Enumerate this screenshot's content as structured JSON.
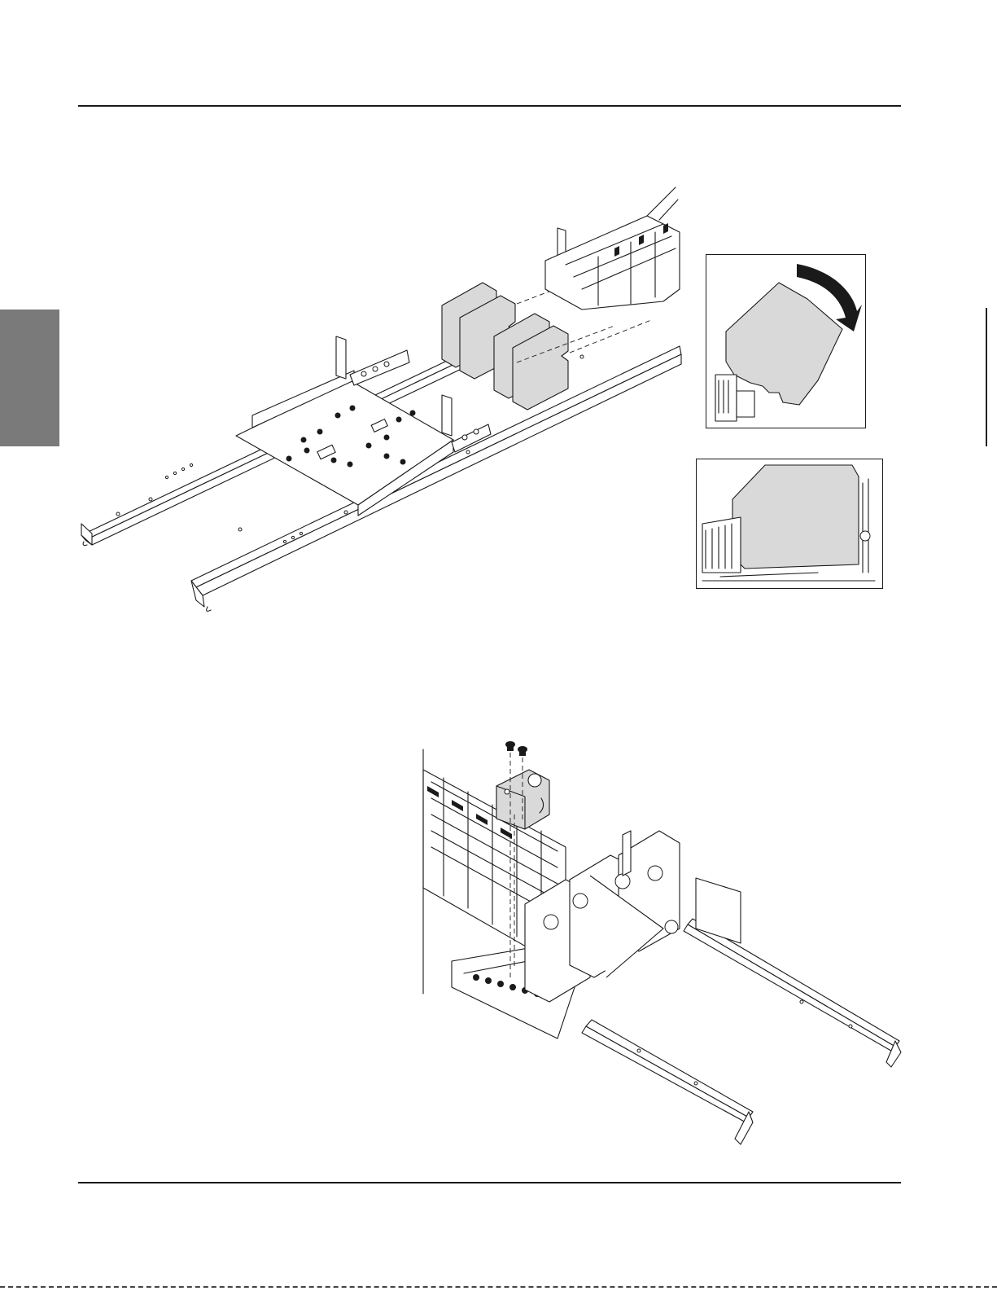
{
  "page": {
    "figures": [
      {
        "id": "fig-upper-assembly",
        "kind": "isometric-line-drawing"
      },
      {
        "id": "fig-inset-rotate",
        "kind": "detail-inset",
        "icon": "curved-arrow-icon"
      },
      {
        "id": "fig-inset-installed",
        "kind": "detail-inset"
      },
      {
        "id": "fig-lower-assembly",
        "kind": "isometric-line-drawing",
        "icon": "screw-icon"
      }
    ],
    "colors": {
      "line": "#1a1a1a",
      "shade": "#d9d9d9",
      "tab": "#7a7a7a"
    }
  }
}
